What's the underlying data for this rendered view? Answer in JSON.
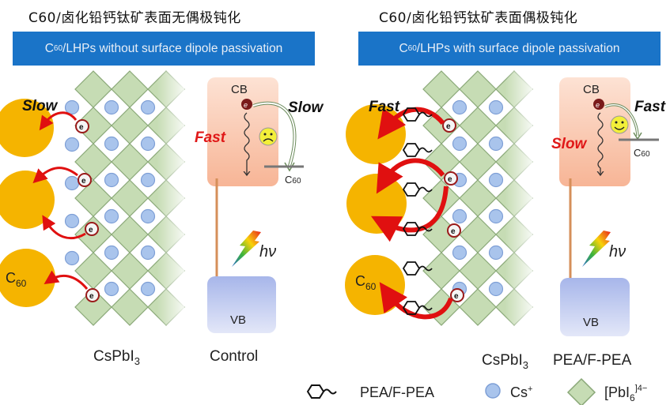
{
  "left_panel": {
    "title_cn": "C60/卤化铅钙钛矿表面无偶极钝化",
    "banner_prefix": "C",
    "banner_sub": "60",
    "banner_text": "/LHPs without surface dipole passivation",
    "transfer_label": "Slow",
    "c60_label": "C",
    "c60_sub": "60",
    "electron_label": "e",
    "electron_sup": "-",
    "lattice_label": "CsPbI",
    "lattice_sub": "3",
    "band": {
      "cb_label": "CB",
      "vb_label": "VB",
      "recombination_label": "Fast",
      "extraction_label": "Slow",
      "acceptor_label": "C",
      "acceptor_sub": "60",
      "face": "sad",
      "photon_label": "hν",
      "caption": "Control"
    }
  },
  "right_panel": {
    "title_cn": "C60/卤化铅钙钛矿表面偶极钝化",
    "banner_prefix": "C",
    "banner_sub": "60",
    "banner_text": "/LHPs with surface dipole passivation",
    "transfer_label": "Fast",
    "c60_label": "C",
    "c60_sub": "60",
    "electron_label": "e",
    "electron_sup": "-",
    "lattice_label": "CsPbI",
    "lattice_sub": "3",
    "band": {
      "cb_label": "CB",
      "vb_label": "VB",
      "recombination_label": "Slow",
      "extraction_label": "Fast",
      "acceptor_label": "C",
      "acceptor_sub": "60",
      "face": "happy",
      "photon_label": "hν",
      "caption": "PEA/F-PEA"
    }
  },
  "legend": [
    {
      "icon": "pea-molecule-icon",
      "label": "PEA/F-PEA"
    },
    {
      "icon": "cs-ion-icon",
      "label": "Cs",
      "sup": "+"
    },
    {
      "icon": "pbi6-octahedron-icon",
      "label": "[PbI",
      "sub": "6",
      "sup": "]4−"
    }
  ],
  "colors": {
    "banner": "#1a74c8",
    "c60": "#f5b400",
    "octahedron_fill": "#c6dcb4",
    "octahedron_stroke": "#8aa878",
    "cs_ion": "#a9c4ec",
    "arrow_red": "#e01010",
    "cb_fill": "#fbcbb4",
    "vb_fill": "#b9c6ee",
    "slow_text": "#111111",
    "fast_text": "#e01818"
  }
}
